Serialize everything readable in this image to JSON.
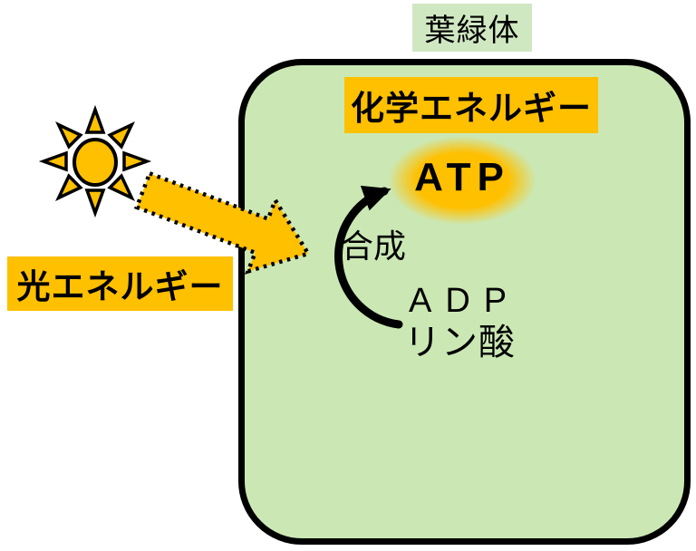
{
  "canvas": {
    "background": "#ffffff"
  },
  "chloroplast": {
    "title": "葉緑体",
    "body_fill": "#cbe8b4",
    "title_fill": "#d0e8c2",
    "outline_color": "#000000"
  },
  "chemical_energy": {
    "label": "化学エネルギー",
    "highlight_color": "#ffc000"
  },
  "light_energy": {
    "label": "光エネルギー",
    "highlight_color": "#ffc000"
  },
  "reaction": {
    "product": "ATP",
    "product_glow_color": "#ffc000",
    "process": "合成",
    "substrate_1": "ADP",
    "substrate_2": "リン酸",
    "arrow_color": "#000000"
  },
  "icons": {
    "sun": "sun-icon",
    "sun_fill": "#ffc000",
    "light_arrow": "light-energy-arrow-icon",
    "light_arrow_fill": "#ffc000",
    "synthesis_arrow": "synthesis-arc-arrow-icon"
  }
}
